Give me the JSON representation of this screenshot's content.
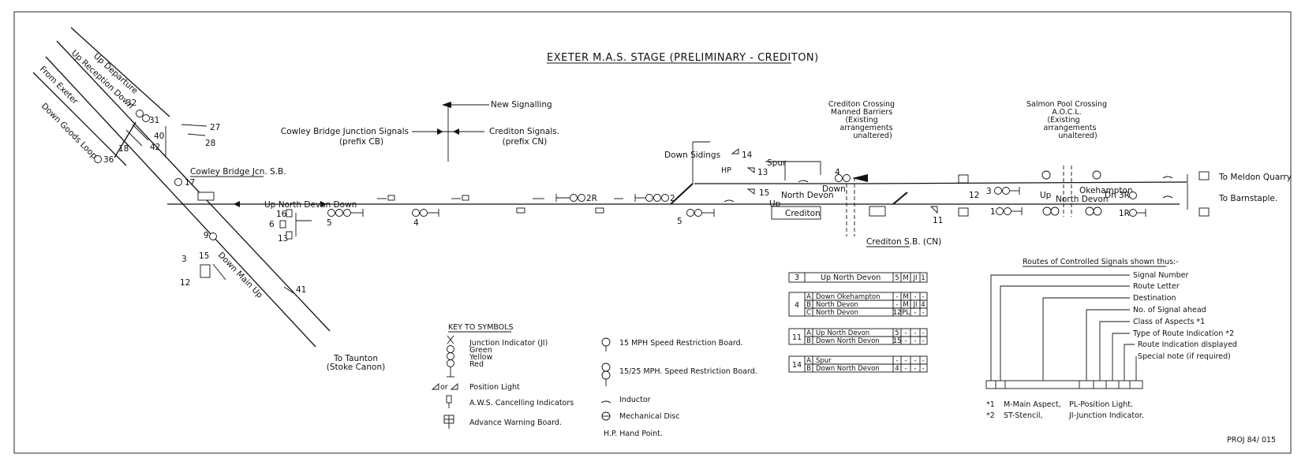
{
  "title": "EXETER   M.A.S. STAGE (PRELIMINARY - CREDITON)",
  "drawing_number": "PROJ 84/ 015",
  "top_labels": {
    "new_signalling": "New Signalling",
    "cowley_signals": "Cowley Bridge Junction Signals",
    "cowley_prefix": "(prefix CB)",
    "crediton_signals": "Crediton Signals.",
    "crediton_prefix": "(prefix CN)"
  },
  "lines": {
    "up_departure": "Up Departure",
    "up_reception_down": "Up Reception Down",
    "from_exeter": "From Exeter",
    "down_goods_loop": "Down Goods Loop",
    "down_main_up": "Down   Main   Up",
    "up_north_devon_down": "Up  North Devon  Down",
    "to_taunton": "To Taunton",
    "stoke_canon": "(Stoke Canon)",
    "down_sidings": "Down Sidings",
    "spur": "Spur",
    "north_devon": "North Devon",
    "up": "Up",
    "down": "Down",
    "dn": "Dn",
    "hp": "HP",
    "okehampton": "Okehampton",
    "north_devon_2": "North Devon",
    "to_meldon": "To Meldon Quarry",
    "to_barnstaple": "To Barnstaple."
  },
  "places": {
    "cowley_sb": "Cowley Bridge Jcn. S.B.",
    "crediton": "Crediton",
    "crediton_sb": "Crediton S.B. (CN)",
    "crediton_crossing": [
      "Crediton Crossing",
      "Manned Barriers",
      "(Existing",
      "arrangements",
      "unaltered)"
    ],
    "salmon_pool": [
      "Salmon Pool Crossing",
      "A.O.C.L.",
      "(Existing",
      "arrangements",
      "unaltered)"
    ]
  },
  "signal_numbers": {
    "n32": "32",
    "n31": "31",
    "n40": "40",
    "n42": "42",
    "n27": "27",
    "n28": "28",
    "n18": "18",
    "n36": "36",
    "n17": "17",
    "n9": "9",
    "n15": "15",
    "n3": "3",
    "n12": "12",
    "n41": "41",
    "n16": "16",
    "n6": "6",
    "n13": "13",
    "n5": "5",
    "n4": "4",
    "n2r": "2R",
    "n2": "2",
    "n5b": "5",
    "n14": "14",
    "n13b": "13",
    "n15b": "15",
    "n4b": "4",
    "n11": "11",
    "n12b": "12",
    "n3b": "3",
    "n1": "1",
    "n3r": "3R",
    "n1r": "1R"
  },
  "route_tables": [
    {
      "signal": "3",
      "rows": [
        {
          "letter": "",
          "destination": "Up North Devon",
          "c1": "5",
          "c2": "M",
          "c3": "JI",
          "c4": "1"
        }
      ]
    },
    {
      "signal": "4",
      "rows": [
        {
          "letter": "A",
          "destination": "Down Okehampton",
          "c1": "-",
          "c2": "M",
          "c3": "-",
          "c4": "-"
        },
        {
          "letter": "B",
          "destination": "North Devon",
          "c1": "-",
          "c2": "M",
          "c3": "JI",
          "c4": "4"
        },
        {
          "letter": "C",
          "destination": "North Devon",
          "c1": "12",
          "c2": "PL",
          "c3": "-",
          "c4": "-"
        }
      ]
    },
    {
      "signal": "11",
      "rows": [
        {
          "letter": "A",
          "destination": "Up North Devon",
          "c1": "5",
          "c2": "-",
          "c3": "-",
          "c4": "-"
        },
        {
          "letter": "B",
          "destination": "Down North Devon",
          "c1": "15",
          "c2": "-",
          "c3": "-",
          "c4": "-"
        }
      ]
    },
    {
      "signal": "14",
      "rows": [
        {
          "letter": "A",
          "destination": "Spur",
          "c1": "-",
          "c2": "-",
          "c3": "-",
          "c4": "-"
        },
        {
          "letter": "B",
          "destination": "Down North Devon",
          "c1": "4",
          "c2": "-",
          "c3": "-",
          "c4": "-"
        }
      ]
    }
  ],
  "routes_key": {
    "heading": "Routes of Controlled Signals shown thus:-",
    "items": [
      "Signal Number",
      "Route Letter",
      "Destination",
      "No. of Signal ahead",
      "Class of Aspects  *1",
      "Type of Route Indication  *2",
      "Route Indication displayed",
      "Special note (if required)"
    ],
    "note1_mark": "*1",
    "note1a": "M-Main Aspect,",
    "note1b": "PL-Position Light.",
    "note2_mark": "*2",
    "note2a": "ST-Stencil,",
    "note2b": "JI-Junction Indicator."
  },
  "key": {
    "heading": "KEY TO SYMBOLS",
    "junction_indicator": "Junction Indicator (JI)",
    "green": "Green",
    "yellow": "Yellow",
    "red": "Red",
    "or": "or",
    "position_light": "Position Light",
    "aws": "A.W.S. Cancelling Indicators",
    "advance_warning": "Advance Warning Board.",
    "speed15": "15 MPH Speed Restriction Board.",
    "speed1525": "15/25 MPH. Speed Restriction Board.",
    "inductor": "Inductor",
    "mech_disc": "Mechanical Disc",
    "hand_point": "H.P. Hand Point."
  }
}
